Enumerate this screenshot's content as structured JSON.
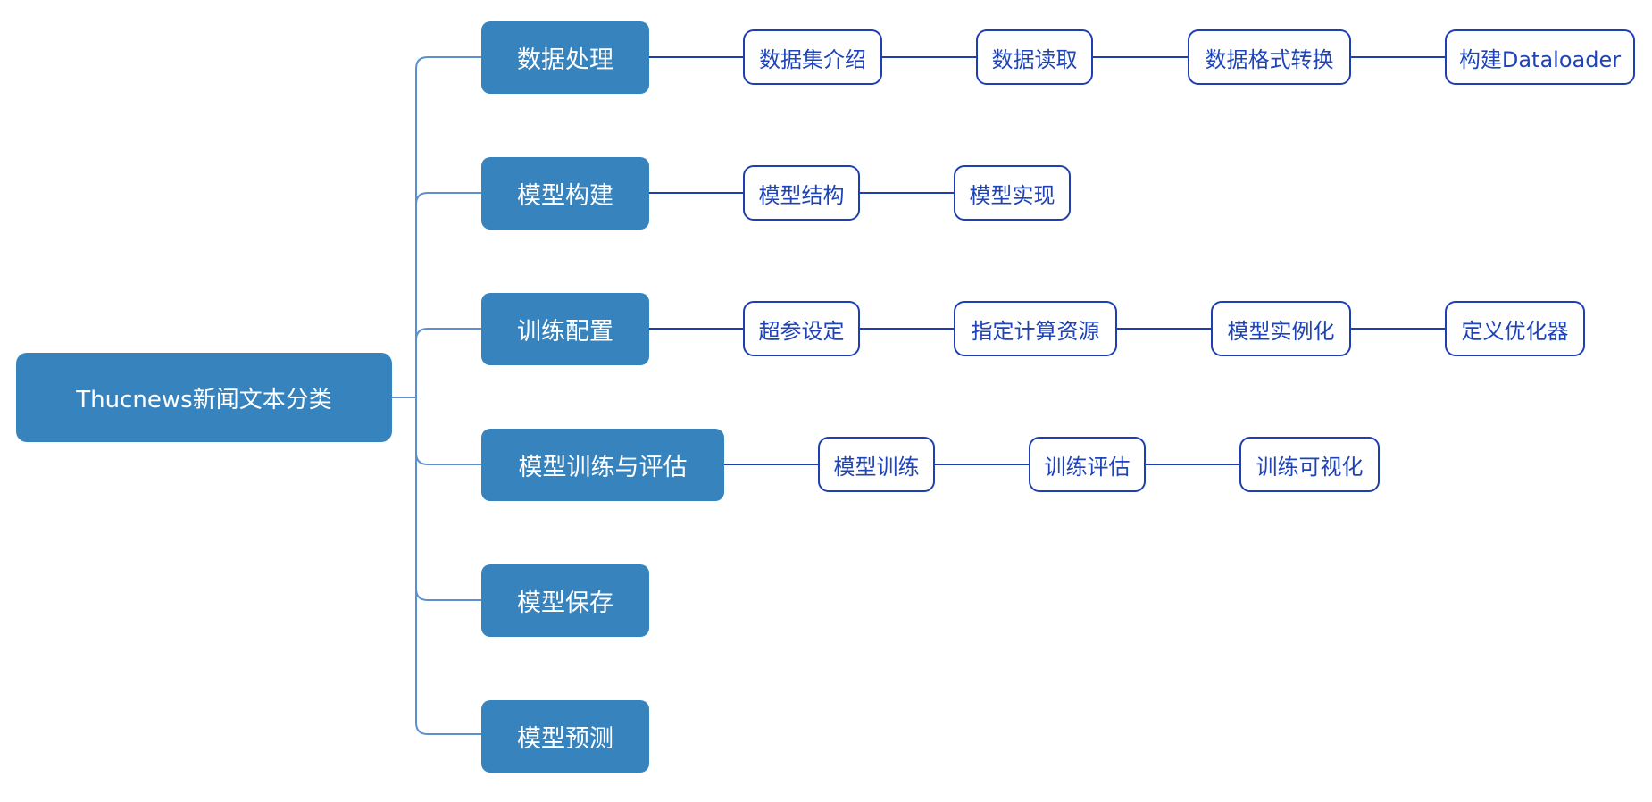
{
  "diagram": {
    "root": "Thucnews新闻文本分类",
    "branches": [
      {
        "label": "数据处理",
        "children": [
          "数据集介绍",
          "数据读取",
          "数据格式转换",
          "构建Dataloader"
        ]
      },
      {
        "label": "模型构建",
        "children": [
          "模型结构",
          "模型实现"
        ]
      },
      {
        "label": "训练配置",
        "children": [
          "超参设定",
          "指定计算资源",
          "模型实例化",
          "定义优化器"
        ]
      },
      {
        "label": "模型训练与评估",
        "children": [
          "模型训练",
          "训练评估",
          "训练可视化"
        ]
      },
      {
        "label": "模型保存",
        "children": []
      },
      {
        "label": "模型预测",
        "children": []
      }
    ]
  },
  "colors": {
    "branch_fill": "#3783bd",
    "trunk_line": "#5b8fd0",
    "leaf_line": "#1f3fb0",
    "leaf_text": "#1f44b8"
  }
}
